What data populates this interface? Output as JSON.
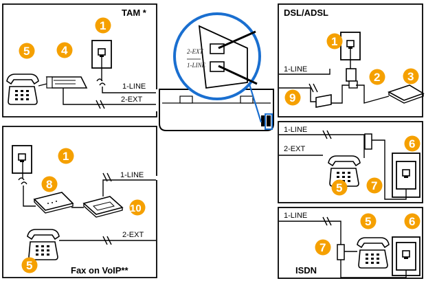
{
  "panels": {
    "tam": {
      "title": "TAM *",
      "line1": "1-LINE",
      "line2": "2-EXT",
      "callouts": [
        "1",
        "5",
        "4"
      ]
    },
    "dsl": {
      "title": "DSL/ADSL",
      "line1": "1-LINE",
      "callouts": [
        "1",
        "2",
        "3",
        "9"
      ]
    },
    "voip": {
      "title": "Fax on VoIP**",
      "line1": "1-LINE",
      "line2": "2-EXT",
      "callouts": [
        "1",
        "8",
        "10",
        "5"
      ]
    },
    "parallel": {
      "line1": "1-LINE",
      "line2": "2-EXT",
      "callouts": [
        "6",
        "5",
        "7"
      ]
    },
    "isdn": {
      "title": "ISDN",
      "line1": "1-LINE",
      "callouts": [
        "5",
        "6",
        "7"
      ]
    },
    "center": {
      "port_top": "2-EXT",
      "port_bottom": "1-LINE"
    }
  },
  "colors": {
    "callout": "#f5a000",
    "ink": "#000000"
  },
  "icons": [
    "wall-jack-icon",
    "telephone-icon",
    "answering-machine-icon",
    "dsl-filter-icon",
    "modem-icon",
    "splitter-icon",
    "router-icon",
    "voip-adapter-icon",
    "printer-icon"
  ]
}
